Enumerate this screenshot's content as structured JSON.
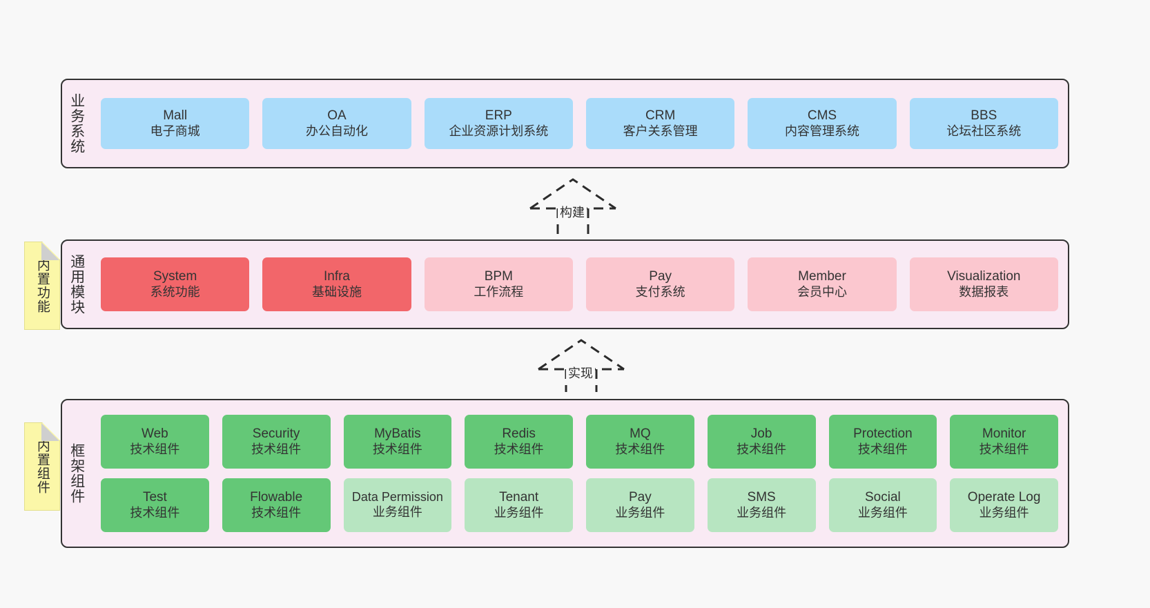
{
  "diagram": {
    "background": "#f8f8f8",
    "layer_fill": "#f9eaf4",
    "layer_border": "#333333",
    "colors": {
      "business": "#aadcfa",
      "core_module": "#f2666a",
      "module": "#fbc7cf",
      "tech_component": "#64c877",
      "biz_component": "#b7e5c1",
      "note": "#fbf7a8"
    }
  },
  "layers": {
    "business": {
      "title": "业务系统",
      "cards": [
        {
          "en": "Mall",
          "cn": "电子商城"
        },
        {
          "en": "OA",
          "cn": "办公自动化"
        },
        {
          "en": "ERP",
          "cn": "企业资源计划系统"
        },
        {
          "en": "CRM",
          "cn": "客户关系管理"
        },
        {
          "en": "CMS",
          "cn": "内容管理系统"
        },
        {
          "en": "BBS",
          "cn": "论坛社区系统"
        }
      ]
    },
    "common": {
      "title": "通用模块",
      "note": "内置功能",
      "cards": [
        {
          "en": "System",
          "cn": "系统功能",
          "style": "c-red"
        },
        {
          "en": "Infra",
          "cn": "基础设施",
          "style": "c-red"
        },
        {
          "en": "BPM",
          "cn": "工作流程",
          "style": "c-pink"
        },
        {
          "en": "Pay",
          "cn": "支付系统",
          "style": "c-pink"
        },
        {
          "en": "Member",
          "cn": "会员中心",
          "style": "c-pink"
        },
        {
          "en": "Visualization",
          "cn": "数据报表",
          "style": "c-pink"
        }
      ]
    },
    "framework": {
      "title": "框架组件",
      "note": "内置组件",
      "row1": [
        {
          "en": "Web",
          "cn": "技术组件"
        },
        {
          "en": "Security",
          "cn": "技术组件"
        },
        {
          "en": "MyBatis",
          "cn": "技术组件"
        },
        {
          "en": "Redis",
          "cn": "技术组件"
        },
        {
          "en": "MQ",
          "cn": "技术组件"
        },
        {
          "en": "Job",
          "cn": "技术组件"
        },
        {
          "en": "Protection",
          "cn": "技术组件"
        },
        {
          "en": "Monitor",
          "cn": "技术组件"
        }
      ],
      "row2": [
        {
          "en": "Test",
          "cn": "技术组件",
          "style": "c-green"
        },
        {
          "en": "Flowable",
          "cn": "技术组件",
          "style": "c-green"
        },
        {
          "en": "Data Permission",
          "cn": "业务组件",
          "style": "c-lightgreen"
        },
        {
          "en": "Tenant",
          "cn": "业务组件",
          "style": "c-lightgreen"
        },
        {
          "en": "Pay",
          "cn": "业务组件",
          "style": "c-lightgreen"
        },
        {
          "en": "SMS",
          "cn": "业务组件",
          "style": "c-lightgreen"
        },
        {
          "en": "Social",
          "cn": "业务组件",
          "style": "c-lightgreen"
        },
        {
          "en": "Operate Log",
          "cn": "业务组件",
          "style": "c-lightgreen"
        }
      ]
    }
  },
  "connectors": [
    {
      "label": "构建"
    },
    {
      "label": "实现"
    }
  ]
}
